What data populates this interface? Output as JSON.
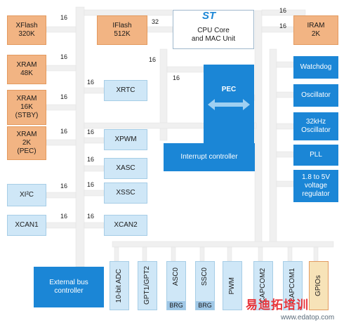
{
  "blocks": {
    "xflash": "XFlash\n320K",
    "xram48": "XRAM\n48K",
    "xram16": "XRAM\n16K\n(STBY)",
    "xram2": "XRAM\n2K\n(PEC)",
    "xi2c": "XI²C",
    "xcan1": "XCAN1",
    "iflash": "IFlash\n512K",
    "cpu": "CPU Core\nand MAC Unit",
    "iram": "IRAM\n2K",
    "xrtc": "XRTC",
    "xpwm": "XPWM",
    "xasc": "XASC",
    "xssc": "XSSC",
    "xcan2": "XCAN2",
    "pec": "PEC",
    "interrupt": "Interrupt controller",
    "watchdog": "Watchdog",
    "oscillator": "Oscillator",
    "osc32": "32kHz\nOscillator",
    "pll": "PLL",
    "regulator": "1.8 to 5V\nvoltage\nregulator",
    "extbus": "External bus\ncontroller"
  },
  "peripherals": {
    "adc": "10-bit ADC",
    "gpt": "GPT1/GPT2",
    "asc0": "ASC0",
    "ssc0": "SSC0",
    "brg": "BRG",
    "pwm": "PWM",
    "capcom2": "CAPCOM2",
    "capcom1": "CAPCOM1",
    "gpios": "GPIOs"
  },
  "bus_widths": {
    "xflash": "16",
    "xram48": "16",
    "xram16": "16",
    "xram2": "16",
    "xi2c": "16",
    "xcan1": "16",
    "xrtc": "16",
    "xpwm": "16",
    "xasc": "16",
    "xssc": "16",
    "xcan2": "16",
    "iflash": "32",
    "cpu_left": "16",
    "cpu_down": "16",
    "iram_top": "16",
    "iram_bottom": "16"
  },
  "logo": "ST",
  "watermark": {
    "main": "易迪拓培训",
    "url": "www.edatop.com"
  },
  "colors": {
    "memory": "#f2b483",
    "peripheral": "#cfe7f7",
    "core": "#1b86d6",
    "bus": "#f2f2f2"
  }
}
